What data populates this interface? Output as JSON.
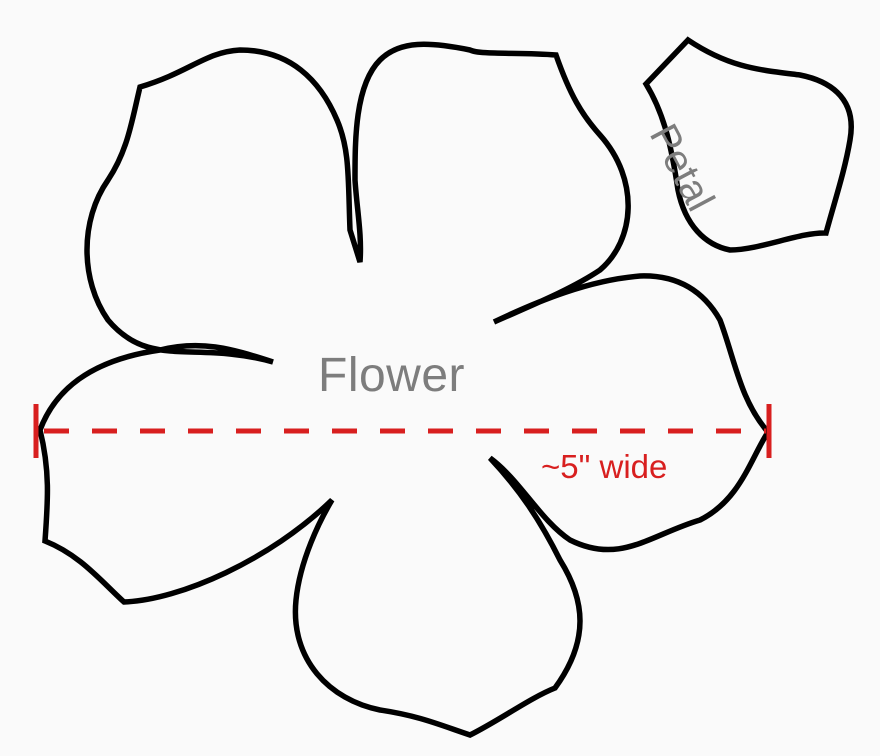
{
  "diagram": {
    "type": "sewing-template",
    "shapes": [
      {
        "name": "flower",
        "label": "Flower",
        "petal_count": 5
      },
      {
        "name": "petal",
        "label": "Petal"
      }
    ],
    "measurement": {
      "label": "~5\" wide",
      "orientation": "horizontal",
      "style": "dashed"
    },
    "colors": {
      "background": "#fafafa",
      "outline": "#000000",
      "label_text": "#7d7d7d",
      "measurement": "#d81f1f"
    }
  }
}
